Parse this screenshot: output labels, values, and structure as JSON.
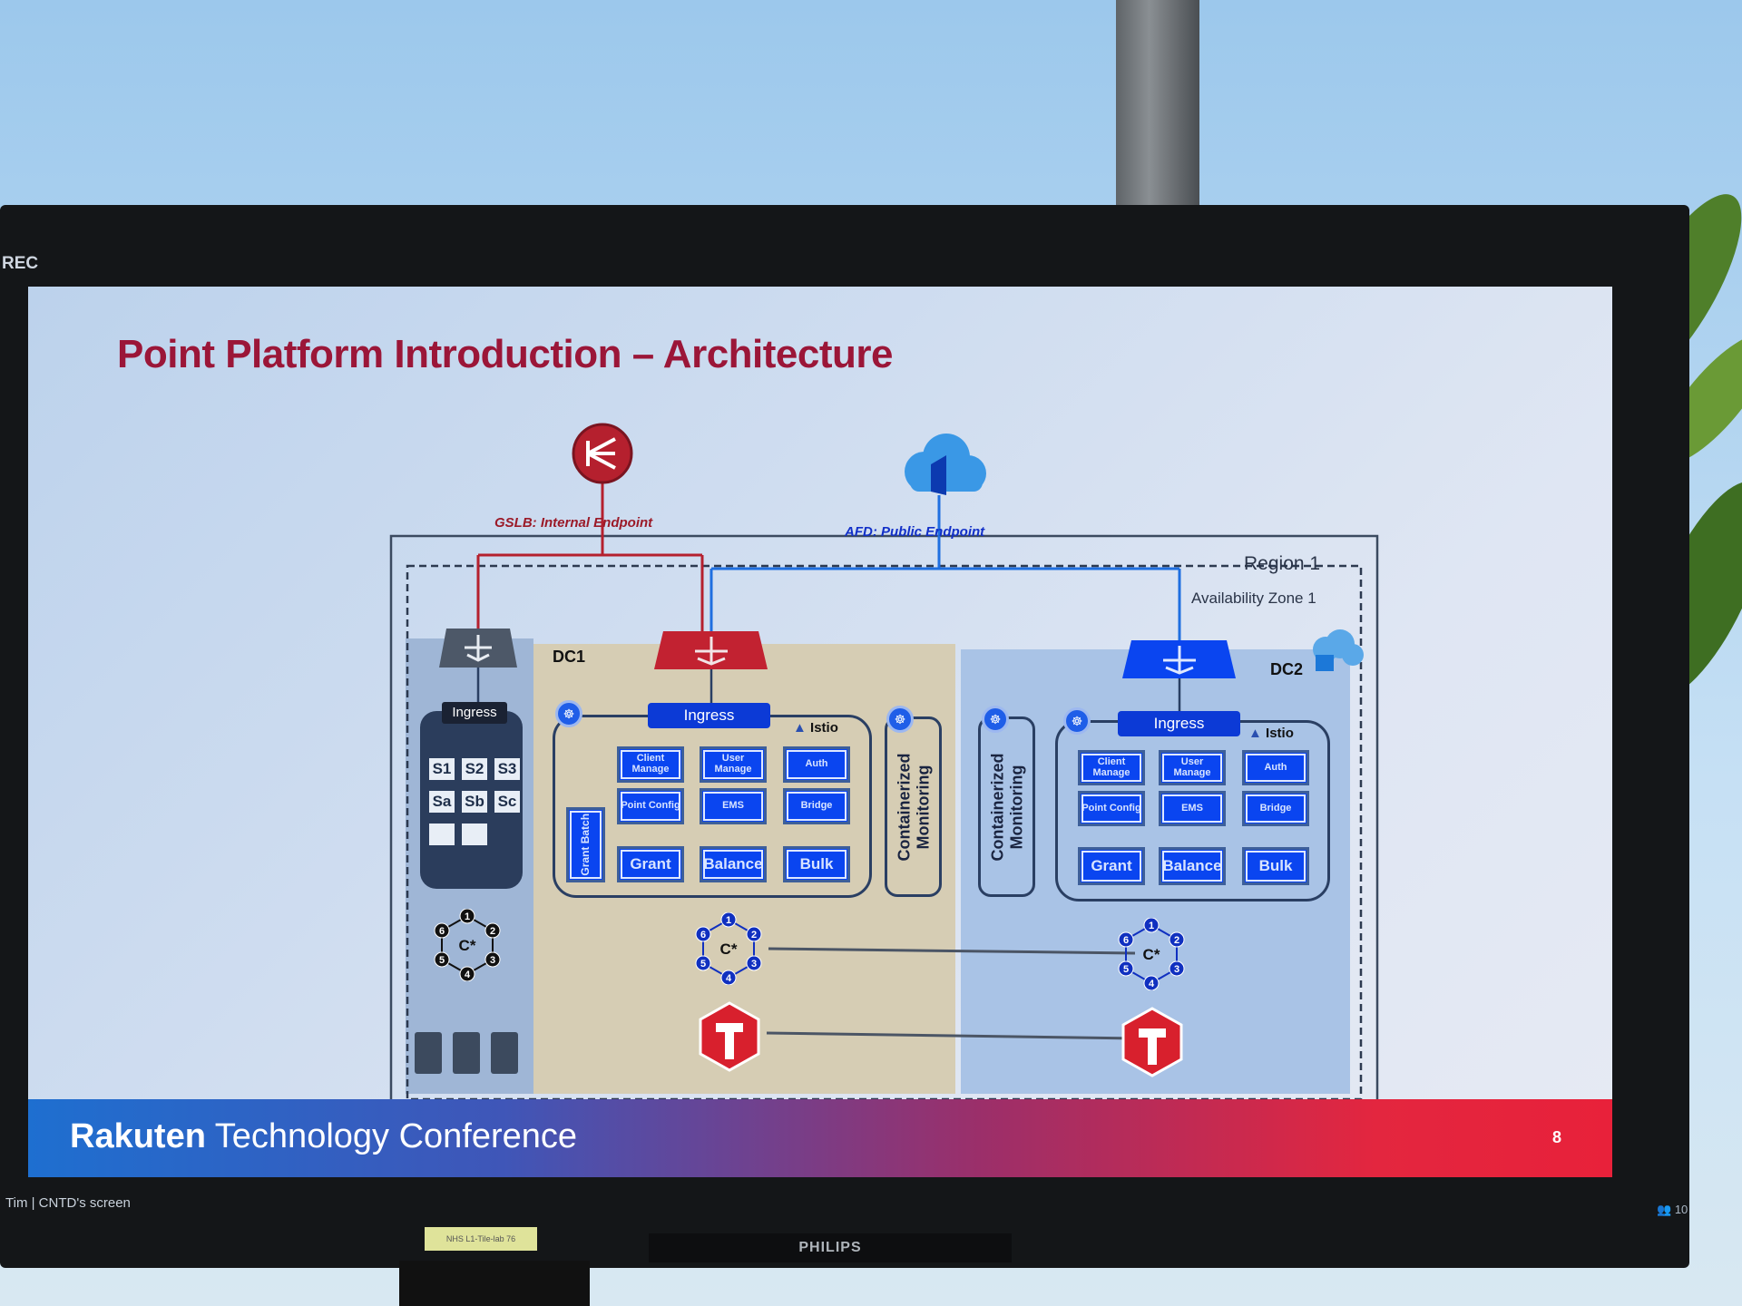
{
  "overlay": {
    "rec": "REC",
    "screen_label": "Tim | CNTD's screen",
    "participants": "10",
    "sticky_note": "NHS L1-Tile-lab 76"
  },
  "monitor": {
    "brand": "PHILIPS"
  },
  "slide": {
    "title": "Point Platform Introduction – Architecture",
    "footer": {
      "brand_bold": "Rakuten",
      "brand_rest": " Technology Conference",
      "page": "8"
    },
    "gslb_label": "GSLB: Internal Endpoint",
    "afd_label": "AFD: Public Endpoint",
    "region_label": "Region 1",
    "az_label": "Availability Zone 1",
    "legacy": {
      "ingress": "Ingress",
      "services": [
        "S1",
        "S2",
        "S3",
        "Sa",
        "Sb",
        "Sc",
        "",
        ""
      ]
    },
    "dc1": {
      "label": "DC1",
      "ingress": "Ingress",
      "istio": "Istio",
      "grant_batch": "Grant Batch",
      "monitoring": [
        "Containerized",
        "Monitoring"
      ],
      "services": [
        "Client Manage",
        "User Manage",
        "Auth",
        "Point Config",
        "EMS",
        "Bridge",
        "Grant",
        "Balance",
        "Bulk"
      ]
    },
    "dc2": {
      "label": "DC2",
      "ingress": "Ingress",
      "istio": "Istio",
      "monitoring": [
        "Containerized",
        "Monitoring"
      ],
      "services": [
        "Client Manage",
        "User Manage",
        "Auth",
        "Point Config",
        "EMS",
        "Bridge",
        "Grant",
        "Balance",
        "Bulk"
      ]
    },
    "cassandra_label": "C*",
    "cassandra_nodes": [
      "1",
      "2",
      "3",
      "4",
      "5",
      "6"
    ],
    "colors": {
      "title": "#9b1638",
      "gslb": "#b5202e",
      "afd": "#1f6fe0",
      "service": "#0a45f0",
      "dc1_bg": "#d6cdb4",
      "dc2_bg": "#a9c3e6"
    }
  }
}
